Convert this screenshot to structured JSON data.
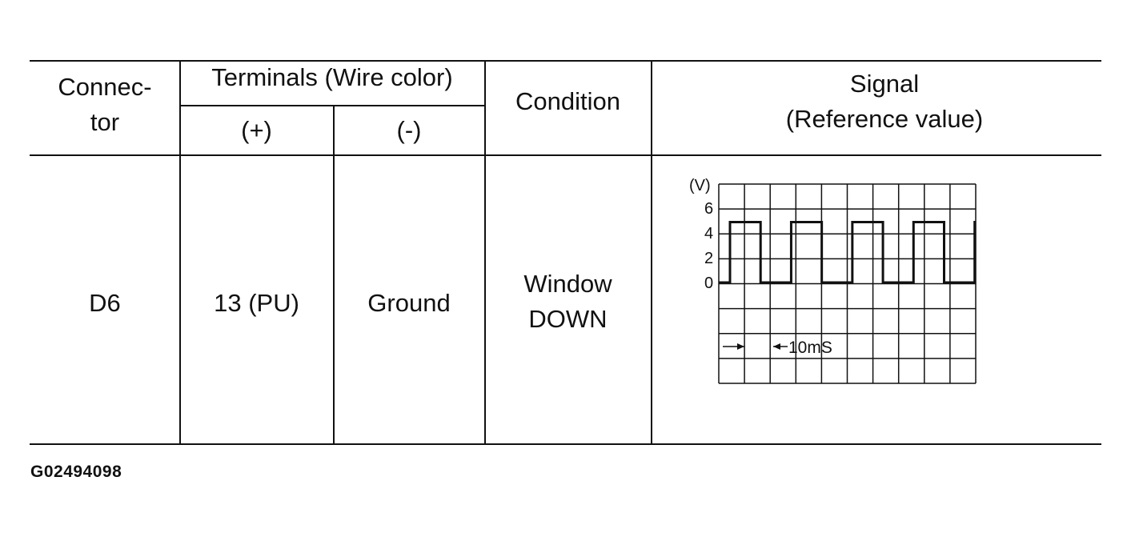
{
  "header": {
    "connector": "Connec-\ntor",
    "terminals": "Terminals (Wire color)",
    "plus": "(+)",
    "minus": "(-)",
    "condition": "Condition",
    "signal": "Signal\n(Reference value)"
  },
  "row": {
    "connector": "D6",
    "plus": "13 (PU)",
    "minus": "Ground",
    "condition": "Window\nDOWN"
  },
  "waveform": {
    "unit_label": "(V)",
    "y_ticks": [
      "6",
      "4",
      "2",
      "0"
    ],
    "time_label": "10mS",
    "high_volts": 5,
    "low_volts": 0,
    "high_period_ms": 5,
    "low_period_ms": 5
  },
  "figure_code": "G02494098"
}
